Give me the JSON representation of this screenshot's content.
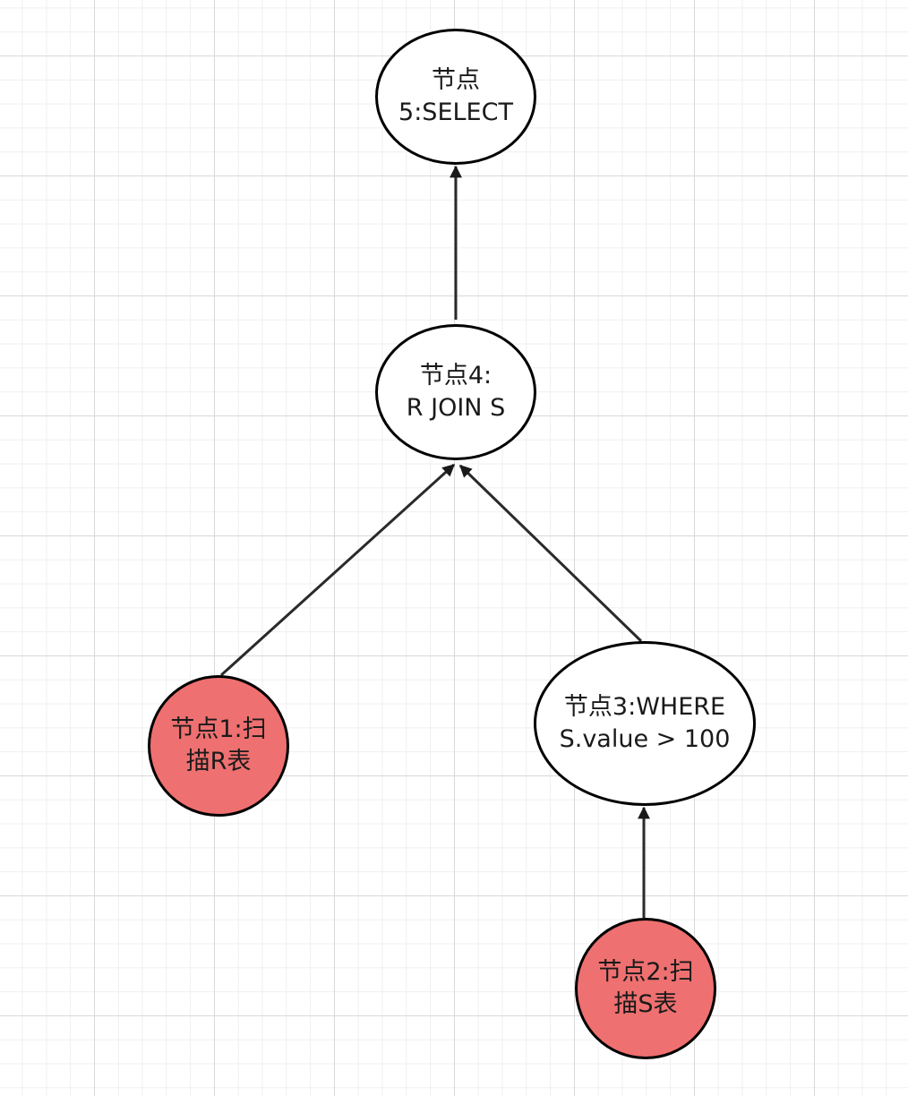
{
  "colors": {
    "scan_node_fill": "#ef7070",
    "op_node_fill": "#ffffff",
    "stroke": "#000000",
    "edge": "#2a2a2a"
  },
  "nodes": {
    "select": {
      "line1": "节点",
      "line2": "5:SELECT"
    },
    "join": {
      "line1": "节点4:",
      "line2": "R JOIN S"
    },
    "where": {
      "line1": "节点3:WHERE",
      "line2": "S.value > 100"
    },
    "scan_r": {
      "line1": "节点1:扫",
      "line2": "描R表"
    },
    "scan_s": {
      "line1": "节点2:扫",
      "line2": "描S表"
    }
  }
}
